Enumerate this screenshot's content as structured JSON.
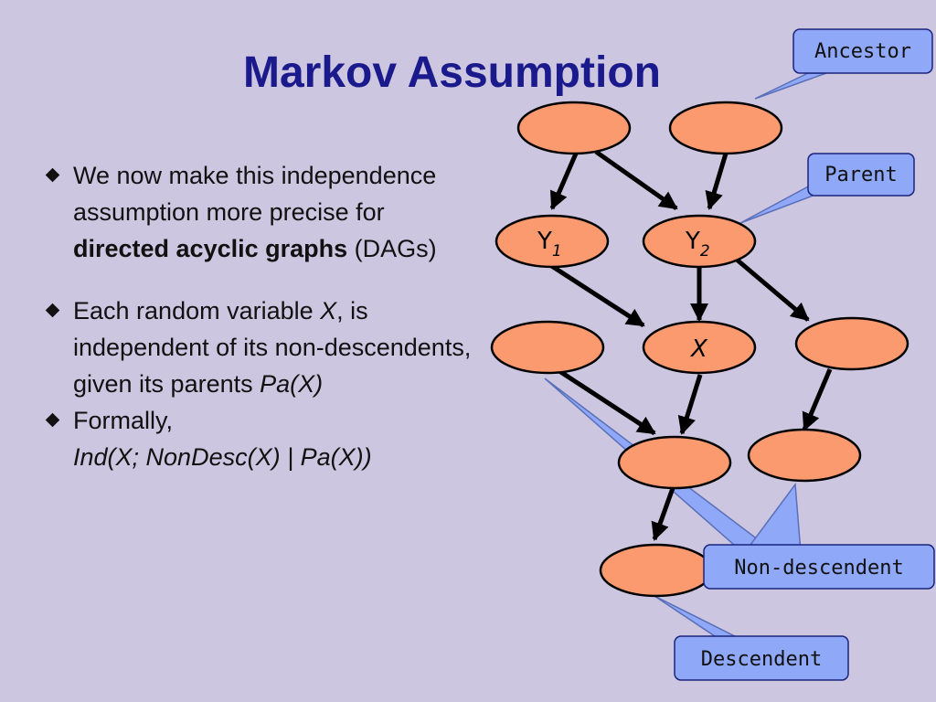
{
  "title": "Markov Assumption",
  "bullets": [
    {
      "pre": "We now make this independence assumption more precise for ",
      "bold": "directed acyclic graphs",
      "post": " (DAGs)"
    },
    {
      "pre": "Each random variable ",
      "var": "X",
      "mid": ", is independent of its non-descendents, given its parents ",
      "ital": "Pa(X)"
    },
    {
      "line1": "Formally,",
      "line2": "Ind(X; NonDesc(X) | Pa(X))"
    }
  ],
  "diagram": {
    "node_fill": "#fa9a6e",
    "callout_fill": "#8fa8f8",
    "nodes": {
      "y1_base": "Y",
      "y1_sub": "1",
      "y2_base": "Y",
      "y2_sub": "2",
      "x": "X"
    },
    "callouts": {
      "ancestor": "Ancestor",
      "parent": "Parent",
      "non_descendent": "Non-descendent",
      "descendent": "Descendent"
    }
  }
}
